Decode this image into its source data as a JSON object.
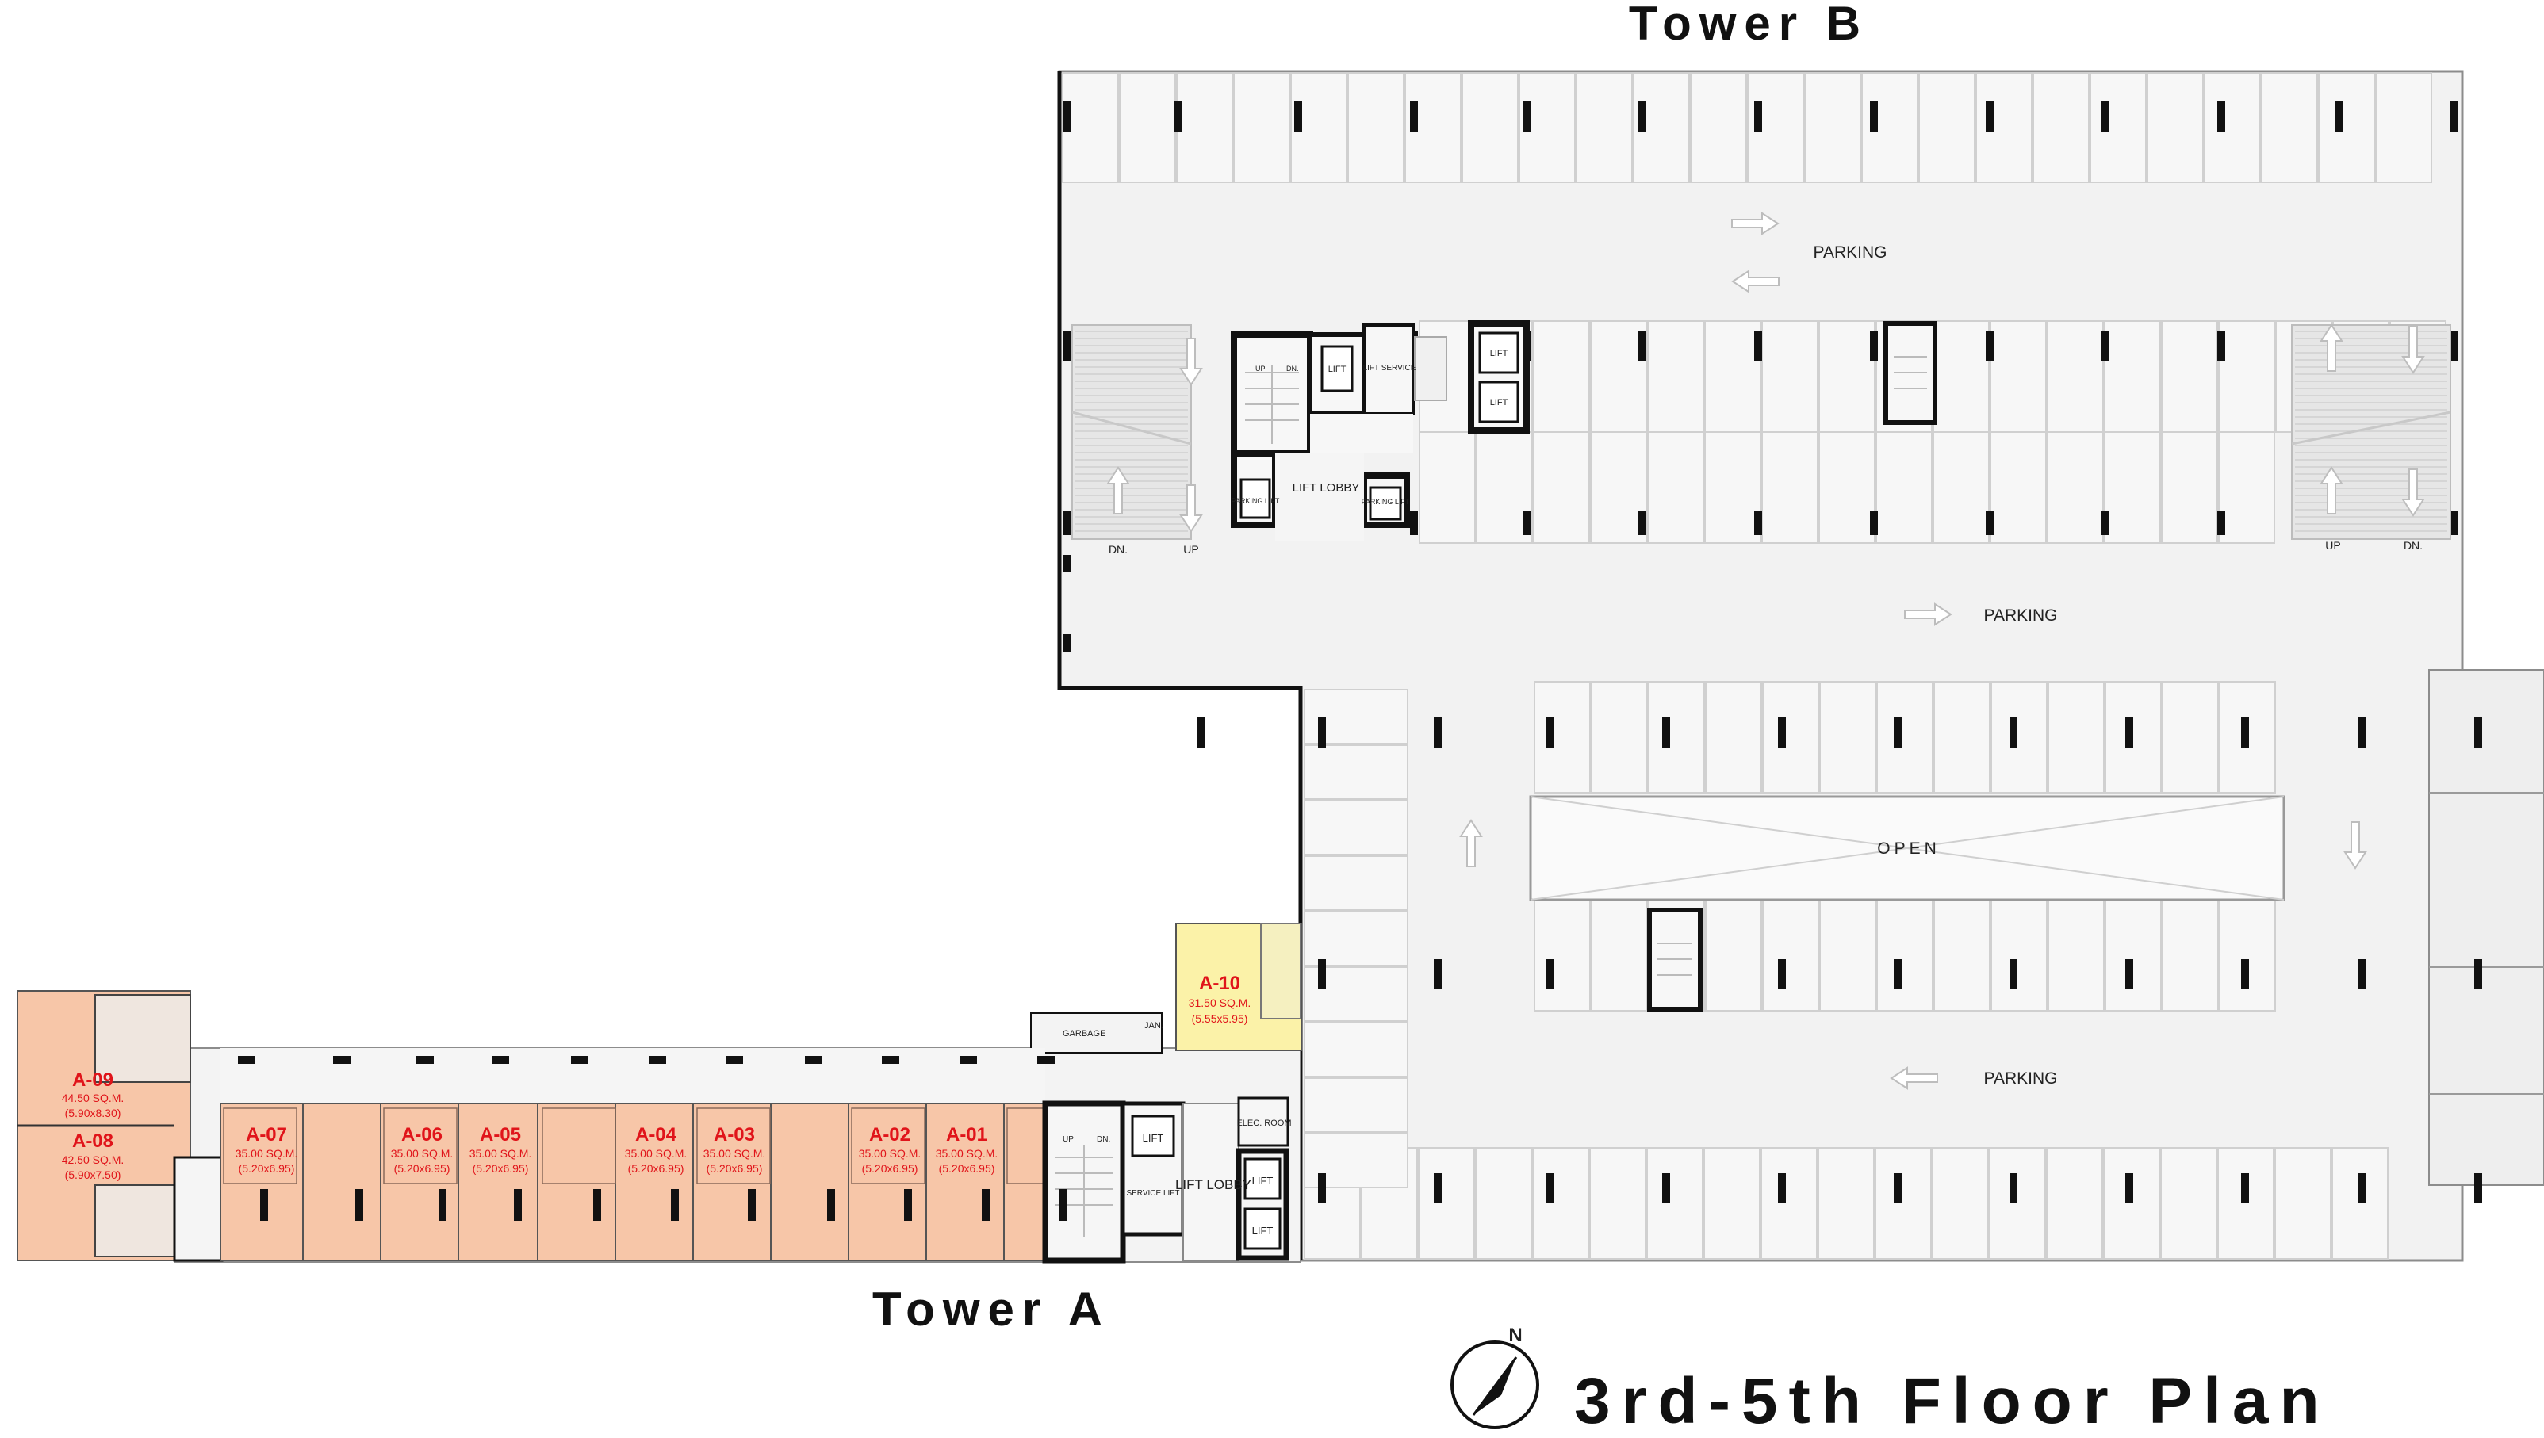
{
  "headings": {
    "tower_b": "Tower B",
    "tower_a": "Tower A",
    "floor_title": "3rd-5th Floor Plan",
    "north": "N"
  },
  "areas": {
    "parking_top": "PARKING",
    "parking_mid": "PARKING",
    "parking_bottom": "PARKING",
    "open": "OPEN",
    "lift_lobby_b": "LIFT LOBBY",
    "lift_lobby_a": "LIFT LOBBY",
    "garbage": "GARBAGE",
    "jan": "JAN.",
    "elec_room": "ELEC. ROOM"
  },
  "tower_b_core": {
    "lift_1": "LIFT",
    "lift_service": "LIFT SERVICE",
    "lift_2": "LIFT",
    "lift_3": "LIFT",
    "parking_lift_1": "PARKING LIFT",
    "parking_lift_2": "PARKING LIFT",
    "stair_up": "UP",
    "stair_dn": "DN."
  },
  "tower_a_core": {
    "lift_1": "LIFT",
    "service_lift": "SERVICE LIFT",
    "lift_2": "LIFT",
    "lift_3": "LIFT",
    "stair_up": "UP",
    "stair_dn": "DN."
  },
  "ramps": {
    "left_dn": "DN.",
    "left_up": "UP",
    "right_up": "UP",
    "right_dn": "DN."
  },
  "units": [
    {
      "id": "A-09",
      "area": "44.50 SQ.M.",
      "size": "(5.90x8.30)"
    },
    {
      "id": "A-08",
      "area": "42.50 SQ.M.",
      "size": "(5.90x7.50)"
    },
    {
      "id": "A-07",
      "area": "35.00 SQ.M.",
      "size": "(5.20x6.95)"
    },
    {
      "id": "A-06",
      "area": "35.00 SQ.M.",
      "size": "(5.20x6.95)"
    },
    {
      "id": "A-05",
      "area": "35.00 SQ.M.",
      "size": "(5.20x6.95)"
    },
    {
      "id": "A-04",
      "area": "35.00 SQ.M.",
      "size": "(5.20x6.95)"
    },
    {
      "id": "A-03",
      "area": "35.00 SQ.M.",
      "size": "(5.20x6.95)"
    },
    {
      "id": "A-02",
      "area": "35.00 SQ.M.",
      "size": "(5.20x6.95)"
    },
    {
      "id": "A-01",
      "area": "35.00 SQ.M.",
      "size": "(5.20x6.95)"
    },
    {
      "id": "A-10",
      "area": "31.50 SQ.M.",
      "size": "(5.55x5.95)"
    }
  ],
  "colors": {
    "unit_fill": "#f7c6a8",
    "unit_a10_fill": "#fbf2a8",
    "parking_fill": "#f2f2f2",
    "wall": "#111111",
    "label_red": "#e0141a"
  }
}
